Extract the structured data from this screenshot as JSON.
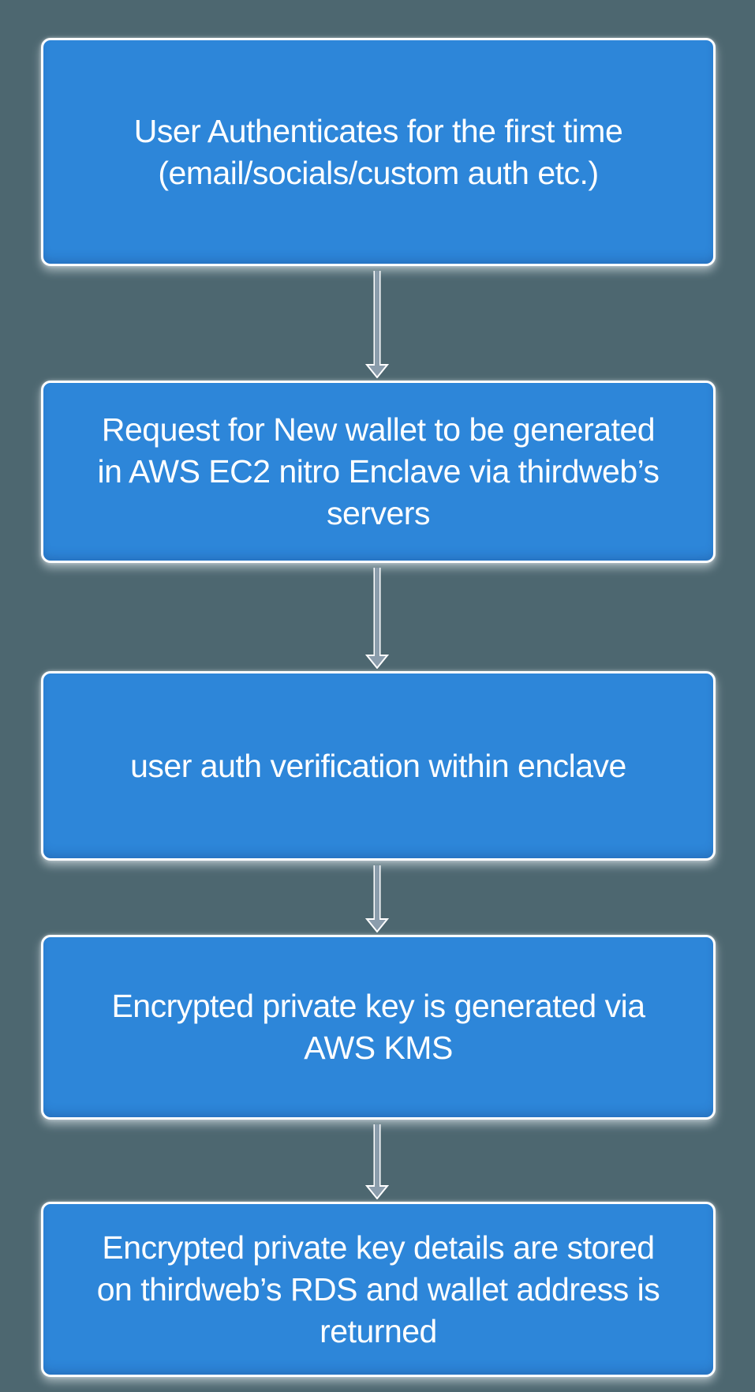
{
  "colors": {
    "background": "#4d6770",
    "box_fill": "#2d86d9",
    "box_border": "#ffffff",
    "text": "#ffffff",
    "arrow": "#8b9dac"
  },
  "flowchart": {
    "steps": [
      {
        "lines": [
          "User Authenticates for the first time",
          "(email/socials/custom auth etc.)"
        ]
      },
      {
        "lines": [
          "Request for New wallet to be generated",
          "in AWS EC2 nitro Enclave via thirdweb’s",
          "servers"
        ]
      },
      {
        "lines": [
          "user auth verification within enclave"
        ]
      },
      {
        "lines": [
          "Encrypted private key is generated via",
          "AWS KMS"
        ]
      },
      {
        "lines": [
          "Encrypted private key details are stored",
          "on thirdweb’s RDS and wallet address is",
          "returned"
        ]
      }
    ],
    "connectors": [
      {
        "direction": "down",
        "from_step": 1,
        "to_step": 2
      },
      {
        "direction": "down",
        "from_step": 2,
        "to_step": 3
      },
      {
        "direction": "down",
        "from_step": 3,
        "to_step": 4
      },
      {
        "direction": "down",
        "from_step": 4,
        "to_step": 5
      }
    ]
  }
}
